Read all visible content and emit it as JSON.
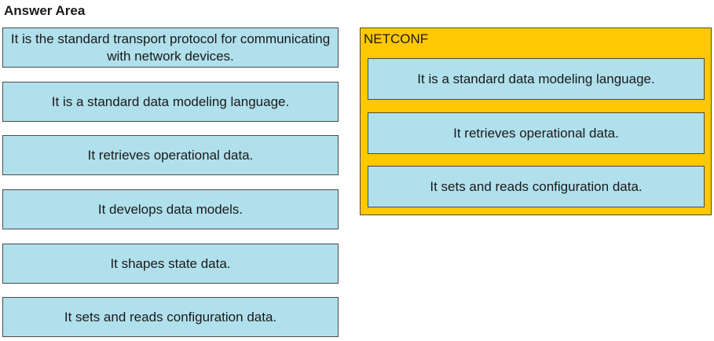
{
  "title": "Answer Area",
  "options": [
    "It is the standard transport protocol for communicating with network devices.",
    "It is a standard data modeling language.",
    "It retrieves operational data.",
    "It develops data models.",
    "It shapes state data.",
    "It sets and reads configuration data."
  ],
  "target": {
    "label": "NETCONF",
    "items": [
      "It is a standard data modeling language.",
      "It retrieves operational data.",
      "It sets and reads configuration data."
    ]
  },
  "colors": {
    "option_fill": "#b0e0ec",
    "target_fill": "#ffc800",
    "border": "#4a4a4a"
  }
}
